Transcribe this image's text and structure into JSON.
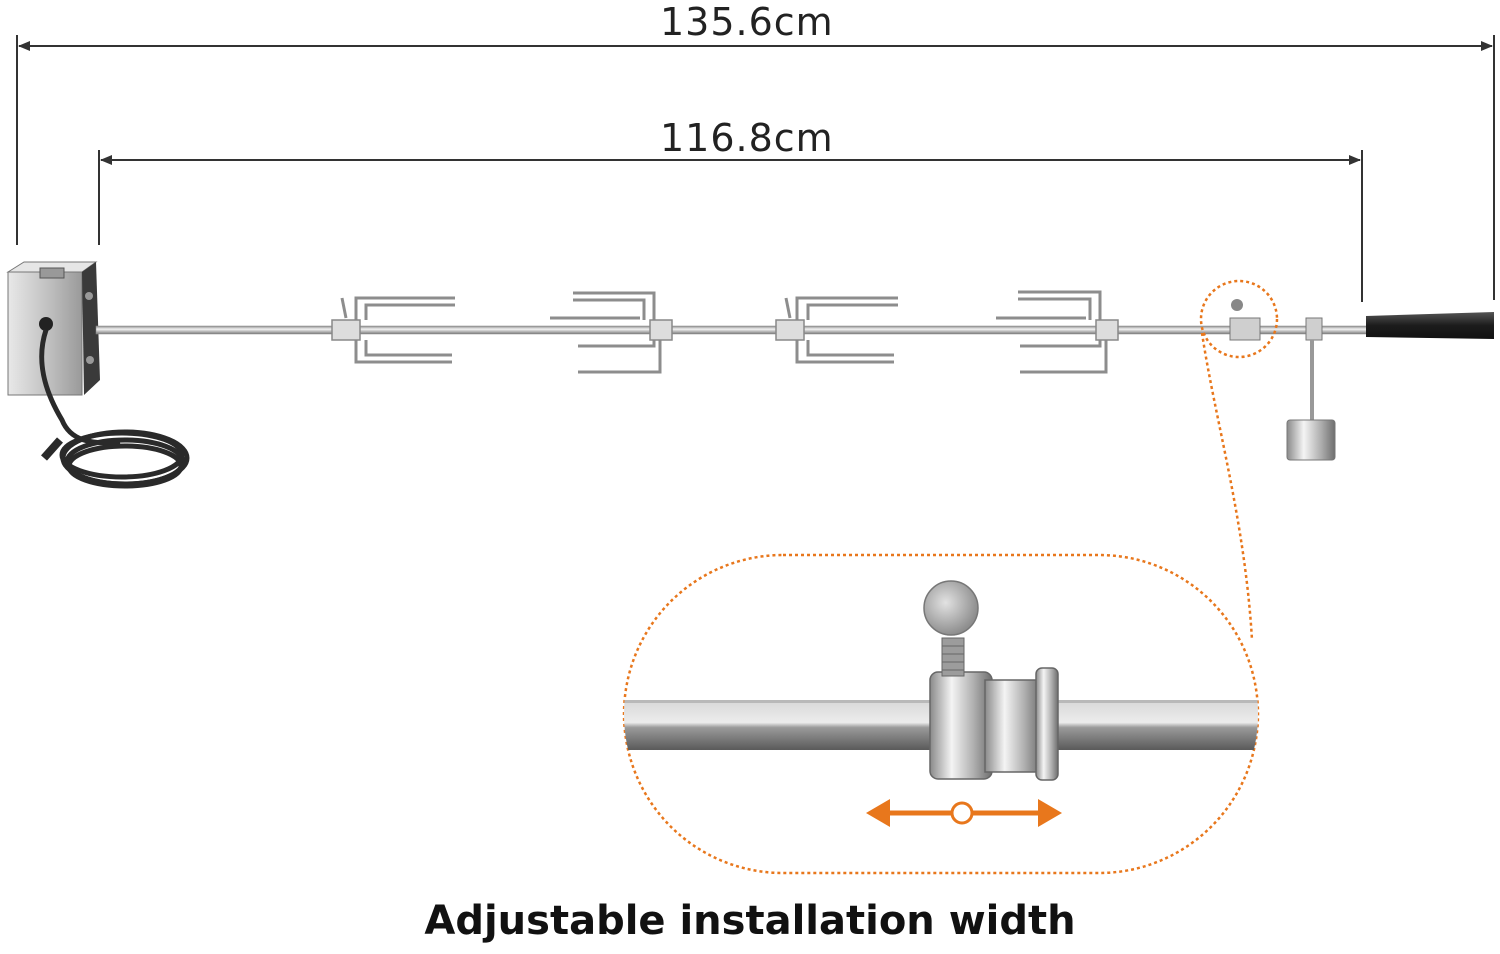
{
  "dimensions": {
    "overall": "135.6cm",
    "inner": "116.8cm"
  },
  "caption": "Adjustable installation width",
  "colors": {
    "accent": "#E8771C",
    "dimension_line": "#333333",
    "handle": "#2a2a2a",
    "steel": "#c9c9c9"
  },
  "icons": {
    "adjust_arrow": "double-arrow-icon",
    "magnifier": "zoom-callout"
  }
}
